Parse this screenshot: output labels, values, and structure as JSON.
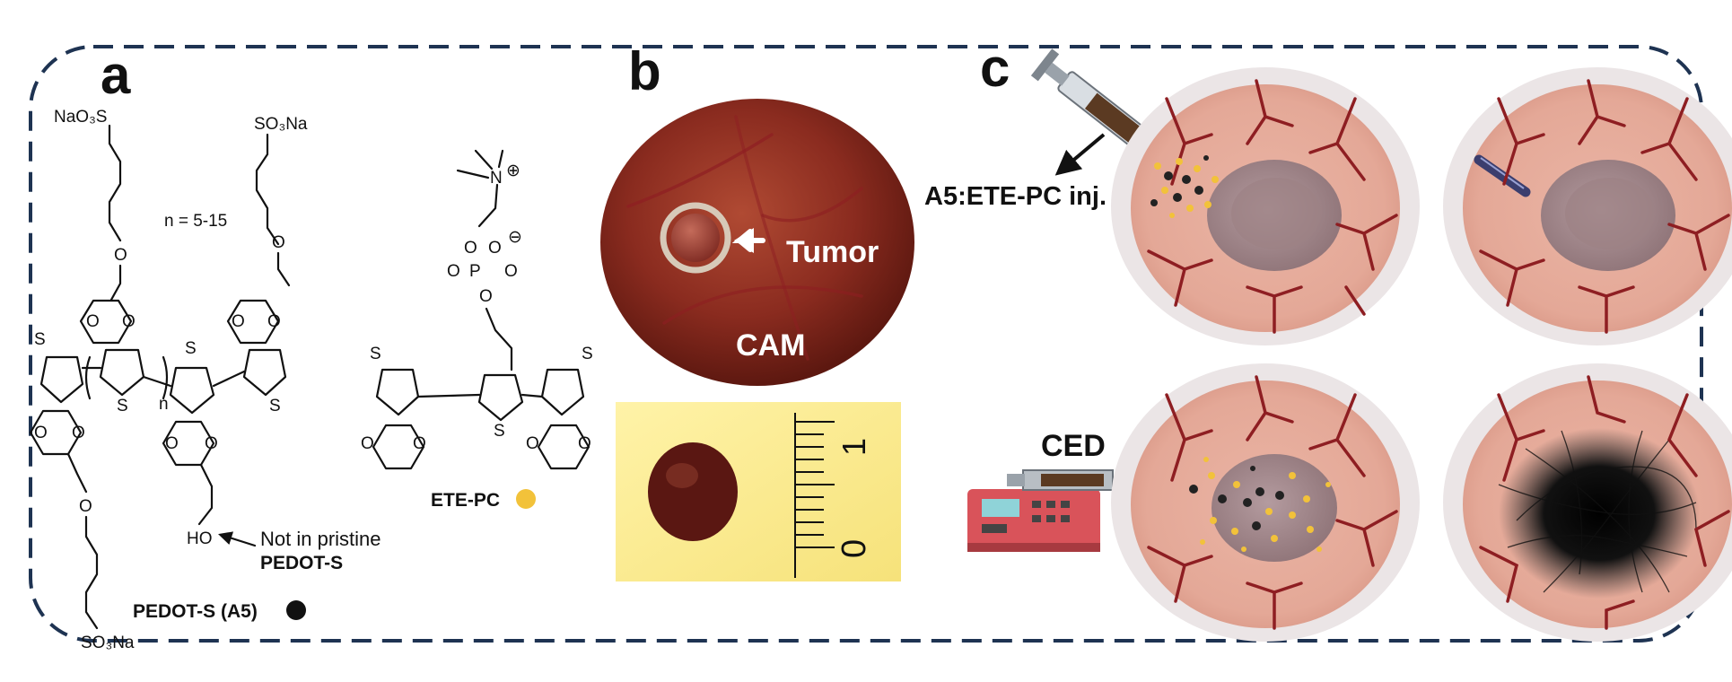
{
  "panels": {
    "a": "a",
    "b": "b",
    "c": "c"
  },
  "panel_a": {
    "group_top_left": "NaO₃S",
    "group_top_right": "SO₃Na",
    "group_bottom": "SO₃Na",
    "repeat": "n = 5-15",
    "subscript_n": "n",
    "hydroxyl": "HO",
    "note_line1": "Not in pristine",
    "note_line2": "PEDOT-S",
    "compound_a5": "PEDOT-S (A5)",
    "compound_ete": "ETE-PC",
    "atom_s": "S",
    "atom_o": "O",
    "atom_n": "N",
    "atom_p": "P",
    "charge_plus": "⊕",
    "charge_minus": "⊖",
    "colors": {
      "a5_dot": "#111111",
      "ete_dot": "#f2c23a"
    }
  },
  "panel_b": {
    "tumor_label": "Tumor",
    "cam_label": "CAM",
    "ruler_1": "1",
    "ruler_0": "0"
  },
  "panel_c": {
    "injection_label": "A5:ETE-PC inj.",
    "ced_label": "CED"
  }
}
